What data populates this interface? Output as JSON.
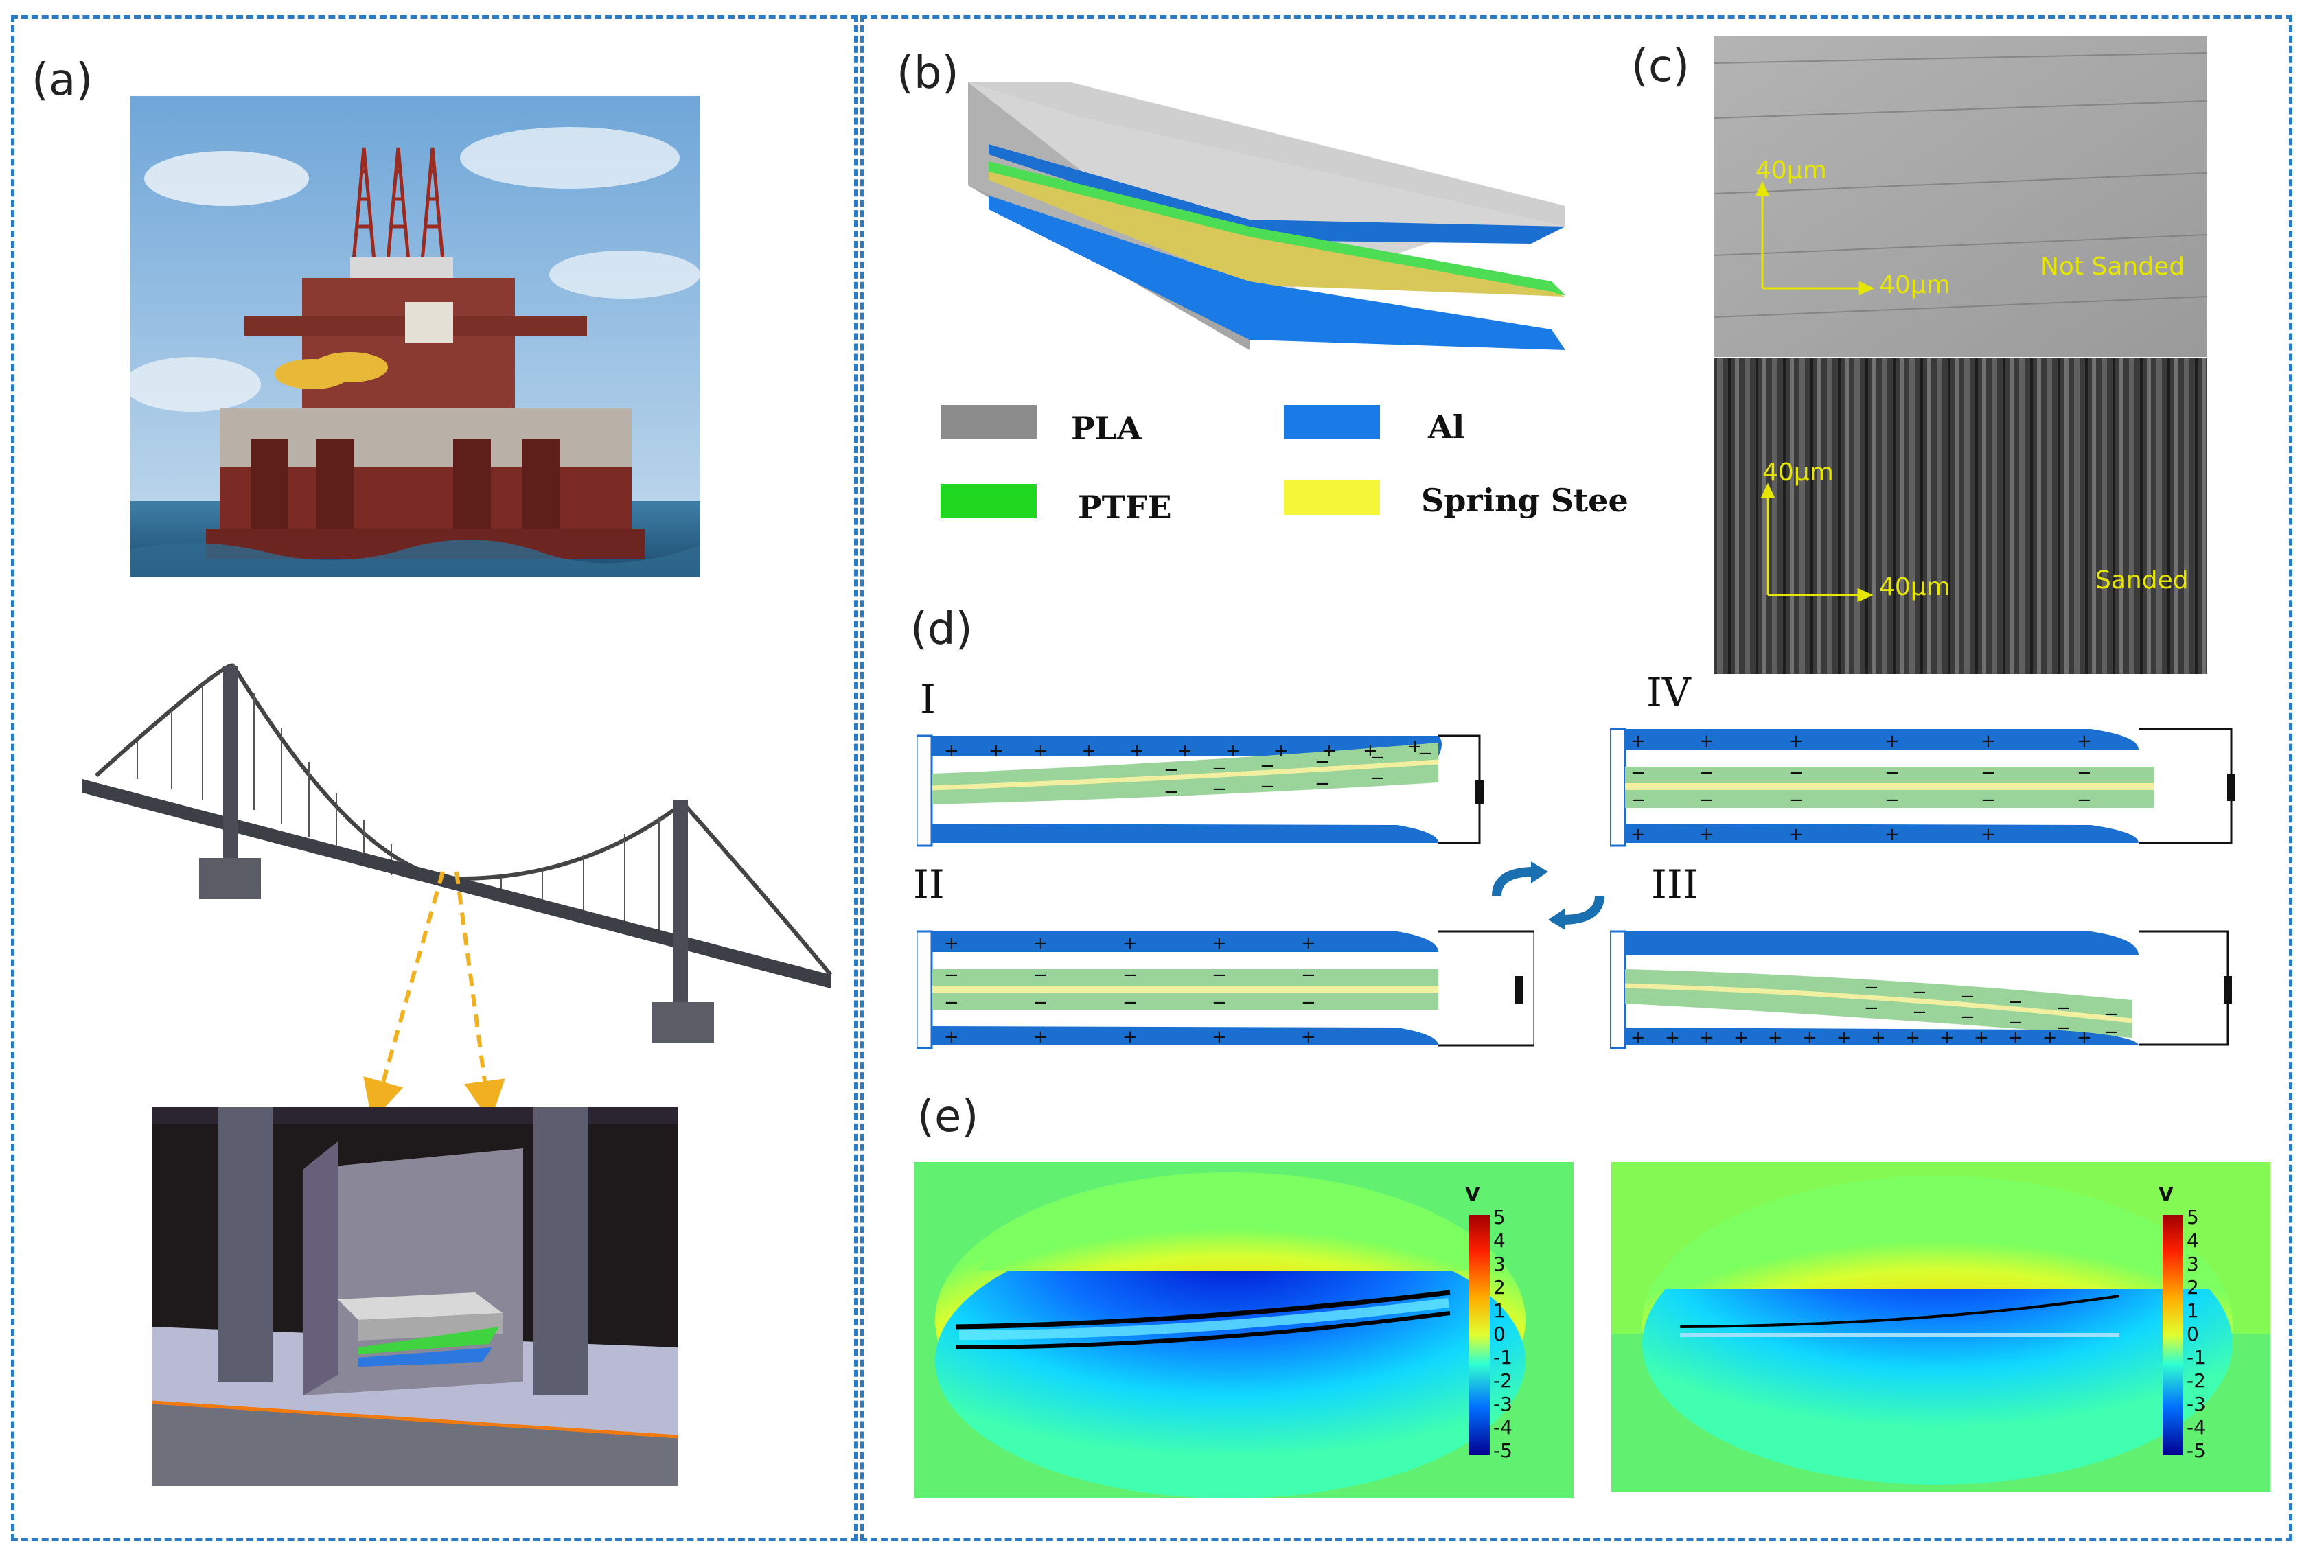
{
  "panels": {
    "a": "(a)",
    "b": "(b)",
    "c": "(c)",
    "d": "(d)",
    "e": "(e)"
  },
  "legend": {
    "items": [
      {
        "label": "PLA",
        "color": "#8c8c8c"
      },
      {
        "label": "Al",
        "color": "#1a7be6"
      },
      {
        "label": "PTFE",
        "color": "#1fd81f"
      },
      {
        "label": "Spring Steel",
        "color": "#f5f53a"
      }
    ]
  },
  "sem": {
    "top": {
      "scale_y": "40μm",
      "scale_x": "40μm",
      "caption": "Not Sanded"
    },
    "bottom": {
      "scale_y": "40μm",
      "scale_x": "40μm",
      "caption": "Sanded"
    }
  },
  "stages": {
    "s1": "I",
    "s2": "II",
    "s3": "III",
    "s4": "IV"
  },
  "colorbar": {
    "unit": "V",
    "ticks": [
      "5",
      "4",
      "3",
      "2",
      "1",
      "0",
      "-1",
      "-2",
      "-3",
      "-4",
      "-5"
    ]
  },
  "colors": {
    "frame": "#2a7bc4",
    "aluminum": "#1a6fd0",
    "ptfe": "#9bd49b",
    "steel": "#f2f0a0",
    "arrow": "#f0b020"
  }
}
